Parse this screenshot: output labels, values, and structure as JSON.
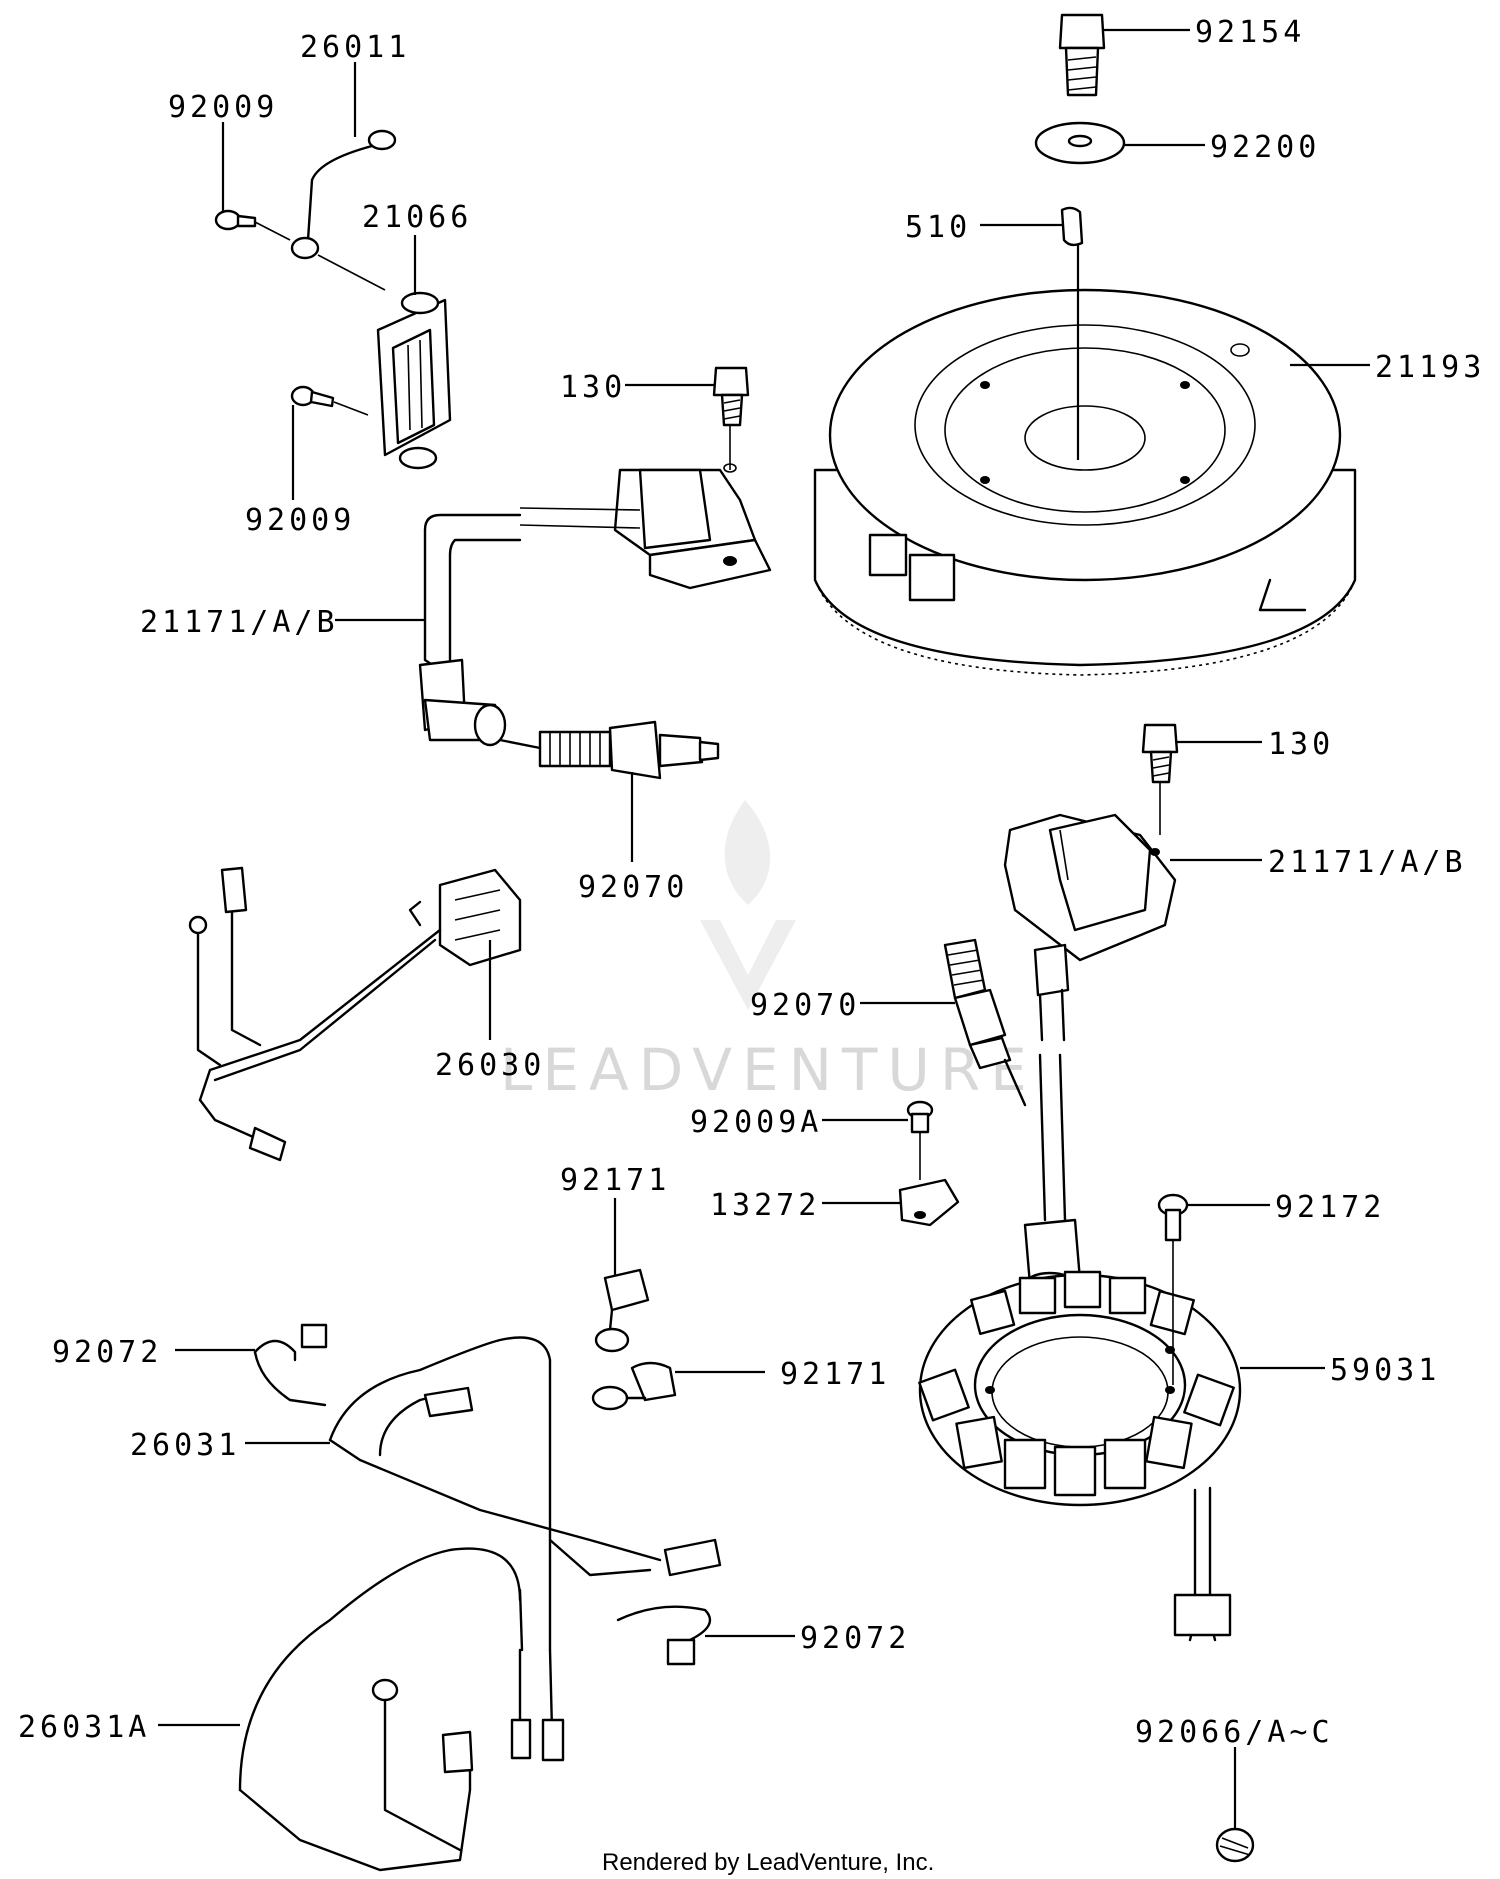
{
  "labels": {
    "l92154": "92154",
    "l92200": "92200",
    "l510": "510",
    "l21193": "21193",
    "l26011": "26011",
    "l92009a": "92009",
    "l21066": "21066",
    "l92009b": "92009",
    "l130a": "130",
    "l21171a": "21171/A/B",
    "l92070a": "92070",
    "l26030": "26030",
    "l130b": "130",
    "l21171b": "21171/A/B",
    "l92070b": "92070",
    "l92009A": "92009A",
    "l13272": "13272",
    "l92171a": "92171",
    "l92171b": "92171",
    "l92172": "92172",
    "l59031": "59031",
    "l92072a": "92072",
    "l26031": "26031",
    "l92072b": "92072",
    "l26031A": "26031A",
    "l92066": "92066/A~C"
  },
  "watermark": "LEADVENTURE",
  "credit": "Rendered by LeadVenture, Inc."
}
